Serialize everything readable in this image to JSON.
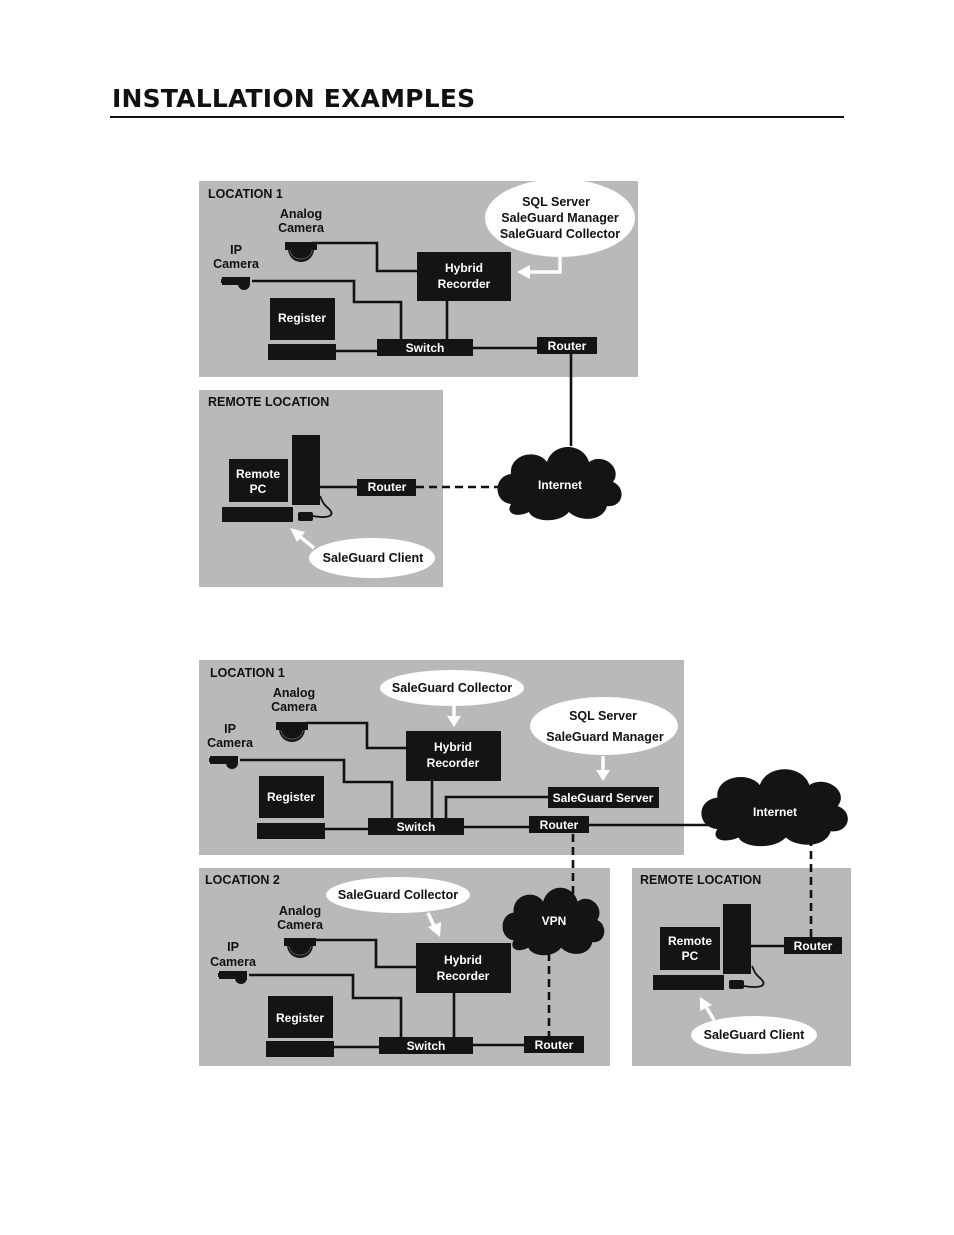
{
  "page": {
    "title": "INSTALLATION EXAMPLES"
  },
  "labels": {
    "location_1": "LOCATION 1",
    "location_2": "LOCATION 2",
    "remote_location": "REMOTE LOCATION",
    "analog_camera": [
      "Analog",
      "Camera"
    ],
    "ip_camera": [
      "IP",
      "Camera"
    ],
    "register": "Register",
    "switch": "Switch",
    "router": "Router",
    "hybrid_recorder": [
      "Hybrid",
      "Recorder"
    ],
    "remote_pc": [
      "Remote",
      "PC"
    ],
    "internet": "Internet",
    "vpn": "VPN",
    "saleguard_client": "SaleGuard Client",
    "saleguard_collector": "SaleGuard Collector",
    "saleguard_server": "SaleGuard Server",
    "sql_bubble_1": [
      "SQL Server",
      "SaleGuard Manager",
      "SaleGuard Collector"
    ],
    "sql_bubble_2": [
      "SQL Server",
      "SaleGuard Manager"
    ]
  },
  "colors": {
    "panel": "#b9b9b9",
    "box": "#141414",
    "bubble": "#ffffff",
    "line": "#111111"
  }
}
